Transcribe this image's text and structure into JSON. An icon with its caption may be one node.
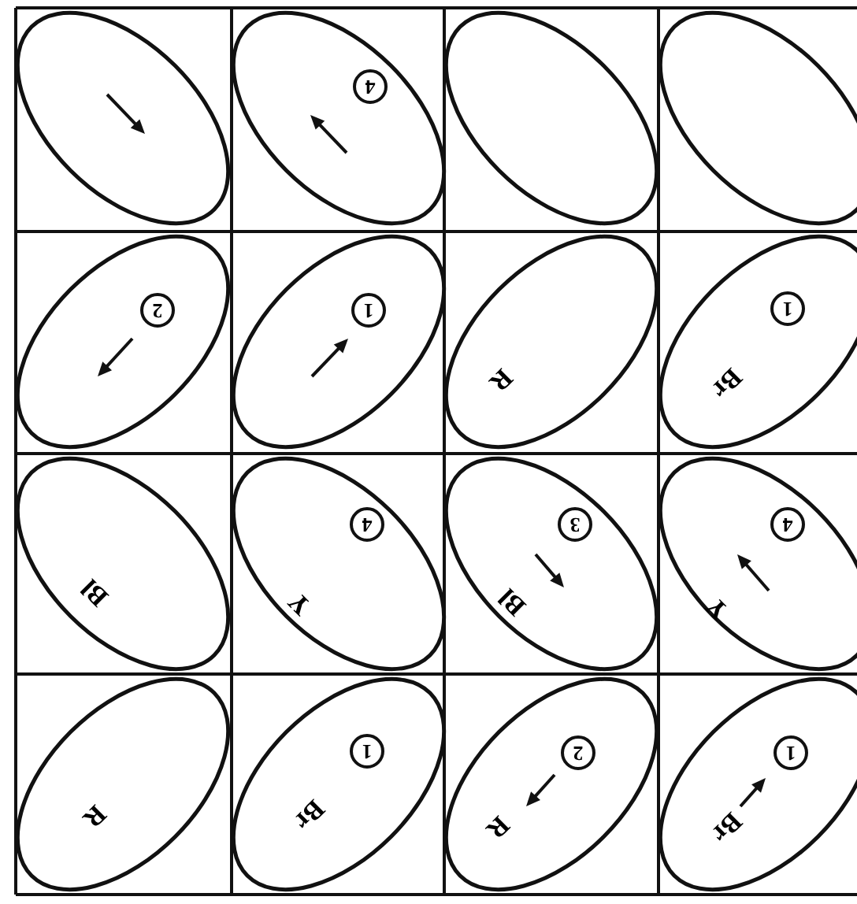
{
  "diagram": {
    "nodes": [
      {
        "text": [],
        "shape": "ellipse"
      },
      {
        "text": [],
        "shape": "ellipse"
      },
      {
        "text": [
          "4"
        ],
        "in": 1
      },
      {
        "text": [],
        "shape": "ellipse"
      },
      {
        "text": [],
        "shape": "ellipse"
      },
      {
        "text": [],
        "shape": "ellipse"
      },
      {
        "text": [
          "2"
        ],
        "in": 5
      },
      {
        "text": [],
        "shape": "ellipse"
      },
      {
        "text": [
          "1"
        ],
        "in": 7
      },
      {
        "text": [
          "R"
        ]
      },
      {
        "text": [
          "Br"
        ]
      },
      {
        "text": [
          "1"
        ],
        "in": 10
      },
      {
        "text": [
          "Bl"
        ]
      },
      {
        "text": [
          "Y"
        ]
      },
      {
        "text": [
          "4"
        ],
        "in": 13
      },
      {
        "text": [
          "Bl"
        ]
      },
      {
        "text": [
          "3"
        ],
        "in": 15
      },
      {
        "text": [
          "Y"
        ]
      },
      {
        "text": [
          "4"
        ],
        "in": 17
      },
      {
        "text": [
          "R"
        ]
      },
      {
        "text": [
          "Br"
        ]
      },
      {
        "text": [
          "1"
        ],
        "in": 20
      },
      {
        "text": [
          "R"
        ]
      },
      {
        "text": [
          "2"
        ],
        "in": 22
      },
      {
        "text": [
          "Br"
        ]
      },
      {
        "text": [
          "1"
        ],
        "in": 24
      }
    ]
  }
}
